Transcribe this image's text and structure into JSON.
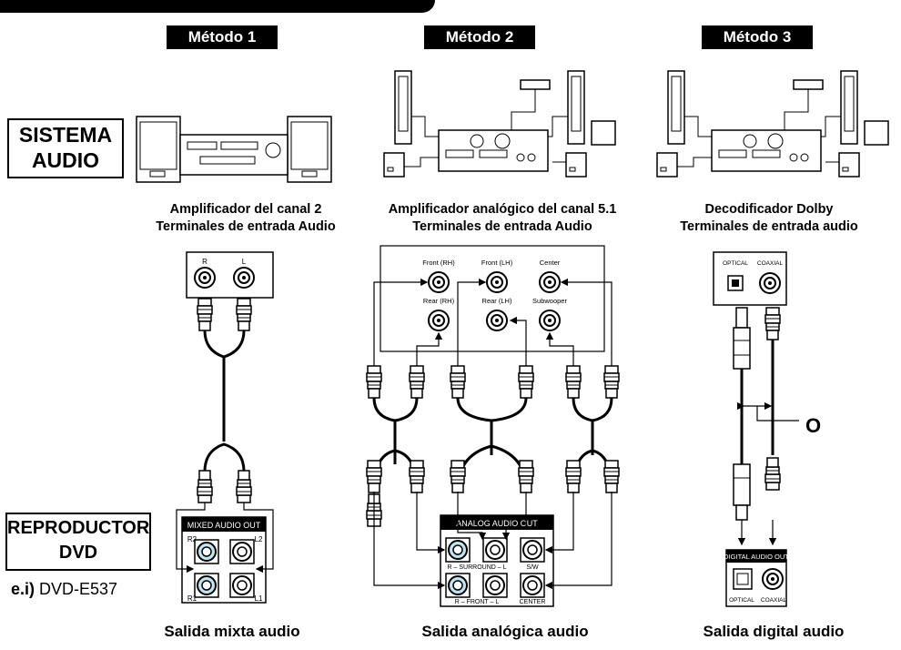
{
  "methods": [
    "Método 1",
    "Método 2",
    "Método 3"
  ],
  "side": {
    "audio_system": [
      "SISTEMA",
      "AUDIO"
    ],
    "dvd_player": [
      "REPRODUCTOR",
      "DVD"
    ],
    "example_prefix": "e.i)",
    "example_model": "DVD-E537"
  },
  "captions": {
    "m1": [
      "Amplificador del canal 2",
      "Terminales de entrada Audio"
    ],
    "m2": [
      "Amplificador analógico del canal 5.1",
      "Terminales de entrada Audio"
    ],
    "m3": [
      "Decodificador Dolby",
      "Terminales de entrada audio"
    ]
  },
  "amp_labels": {
    "m1": [
      "R",
      "L"
    ],
    "m2": [
      "Front (RH)",
      "Front (LH)",
      "Center",
      "Rear (RH)",
      "Rear (LH)",
      "Subwooper"
    ],
    "m3": [
      "OPTICAL",
      "COAXIAL"
    ]
  },
  "panels": {
    "m1": {
      "title": "MIXED AUDIO OUT",
      "jacks": [
        "R2",
        "L2",
        "R1",
        "L1"
      ]
    },
    "m2": {
      "title": "ANALOG AUDIO OUT",
      "row1": "R – SURROUND – L",
      "row1b": "S/W",
      "row2": "R – FRONT – L",
      "row2b": "CENTER"
    },
    "m3": {
      "title": "DIGITAL AUDIO OUT",
      "jacks": [
        "OPTICAL",
        "COAXIAL"
      ]
    }
  },
  "or_label": "O",
  "bottom": [
    "Salida mixta audio",
    "Salida analógica audio",
    "Salida digital audio"
  ]
}
